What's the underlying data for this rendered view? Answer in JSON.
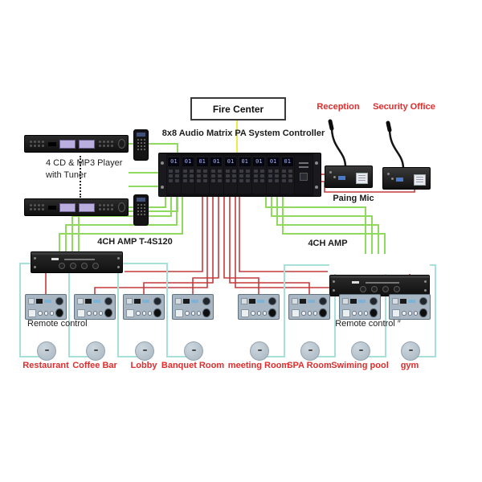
{
  "title": {
    "controller": "8x8 Audio Matrix PA System Controller"
  },
  "fire_center": {
    "label": "Fire Center"
  },
  "paging": {
    "reception_label": "Reception",
    "security_label": "Security Office",
    "mic_label": "Paing Mic"
  },
  "sources": {
    "cd_label_line1": "4 CD & MP3 Player",
    "cd_label_line2": "with Tuner"
  },
  "matrix": {
    "channel_display": "01",
    "channel_count": 9
  },
  "amps": {
    "left_label": "4CH AMP T-4S120",
    "right_label": "4CH AMP"
  },
  "remote_control": {
    "left_label": "Remote control",
    "right_label": "Remote control ″"
  },
  "zones": [
    "Restaurant",
    "Coffee Bar",
    "Lobby",
    "Banquet Room",
    "meeting Room",
    "SPA Room",
    "Swiming pool",
    "gym"
  ],
  "colors": {
    "source_wire_green": "#8fd95e",
    "fire_wire_yellow": "#ecec46",
    "mic_panel_wire_red": "#c43b3b",
    "speaker_wire_cyan": "#a7e0da",
    "zone_label_red": "#e02c2c"
  }
}
